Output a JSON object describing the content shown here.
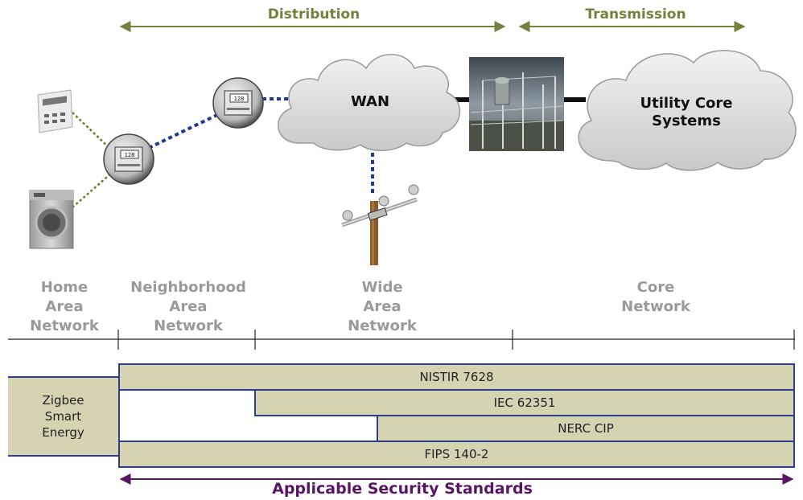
{
  "spans": {
    "distribution": "Distribution",
    "transmission": "Transmission",
    "standards": "Applicable Security Standards"
  },
  "clouds": {
    "wan": "WAN",
    "core": "Utility Core\nSystems"
  },
  "zones": [
    "Home\nArea\nNetwork",
    "Neighborhood\nArea\nNetwork",
    "Wide\nArea\nNetwork",
    "Core\nNetwork"
  ],
  "standards": [
    "Zigbee\nSmart\nEnergy",
    "NISTIR 7628",
    "IEC 62351",
    "NERC CIP",
    "FIPS 140-2"
  ],
  "meter_display": "128",
  "colors": {
    "distribution": "#77803a",
    "standards": "#5a1466",
    "bar_fill": "#d6d3b3",
    "bar_border": "#2b3e8a",
    "network_link": "#1f3a93",
    "home_link": "#6b7a2a"
  }
}
